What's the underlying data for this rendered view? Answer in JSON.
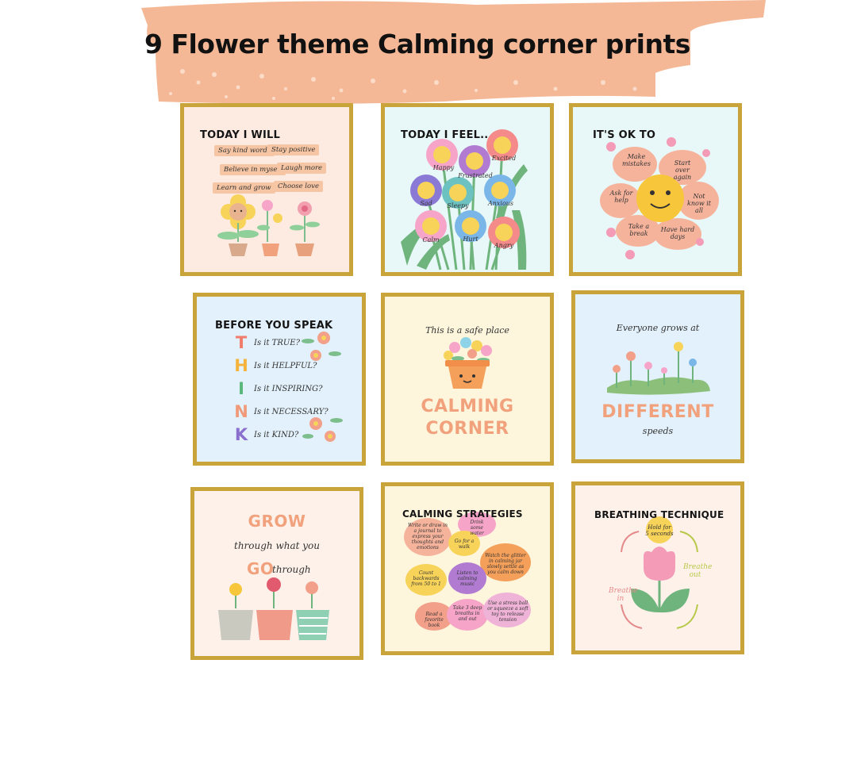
{
  "header": {
    "title": "9 Flower theme Calming corner prints"
  },
  "colors": {
    "frame": "#c9a43a",
    "banner": "#f4b896",
    "accent_orange": "#f1a27d"
  },
  "cards": {
    "today_i_will": {
      "title": "TODAY I WILL",
      "chips": [
        "Say kind words",
        "Stay positive",
        "Believe in myself",
        "Laugh more",
        "Learn and grow",
        "Choose love"
      ]
    },
    "today_i_feel": {
      "title": "TODAY I FEEL..",
      "feelings": [
        "Happy",
        "Excited",
        "Frustrated",
        "Sad",
        "Sleepy",
        "Anxious",
        "Calm",
        "Hurt",
        "Angry"
      ]
    },
    "its_ok_to": {
      "title": "IT'S OK TO",
      "petals": [
        "Make mistakes",
        "Start over again",
        "Ask for help",
        "Not know it all",
        "Take a break",
        "Have hard days"
      ]
    },
    "before_you_speak": {
      "title": "BEFORE YOU SPEAK",
      "rows": [
        {
          "letter": "T",
          "question": "Is it TRUE?"
        },
        {
          "letter": "H",
          "question": "Is it HELPFUL?"
        },
        {
          "letter": "I",
          "question": "Is it INSPIRING?"
        },
        {
          "letter": "N",
          "question": "Is it NECESSARY?"
        },
        {
          "letter": "K",
          "question": "Is it KIND?"
        }
      ]
    },
    "calming_corner": {
      "subtitle": "This is a safe place",
      "line1": "CALMING",
      "line2": "CORNER"
    },
    "different_speeds": {
      "line1": "Everyone grows at",
      "big": "DIFFERENT",
      "line3": "speeds"
    },
    "grow": {
      "big1": "GROW",
      "line2": "through what you",
      "big2": "GO",
      "line3": "through"
    },
    "calming_strategies": {
      "title": "CALMING STRATEGIES",
      "items": [
        "Write or draw in a journal to express your thoughts and emotions",
        "Drink some water",
        "Go for a walk",
        "Count backwards from 50 to 1",
        "Listen to calming music",
        "Watch the glitter in calming jar slowly settle as you calm down",
        "Read a favorite book",
        "Take 3 deep breaths in and out",
        "Use a stress ball or squeeze a soft toy to release tension"
      ]
    },
    "breathing": {
      "title": "BREATHING TECHNIQUE",
      "hold": "Hold for 5 seconds",
      "out": "Breathe out",
      "in": "Breathe in"
    }
  }
}
